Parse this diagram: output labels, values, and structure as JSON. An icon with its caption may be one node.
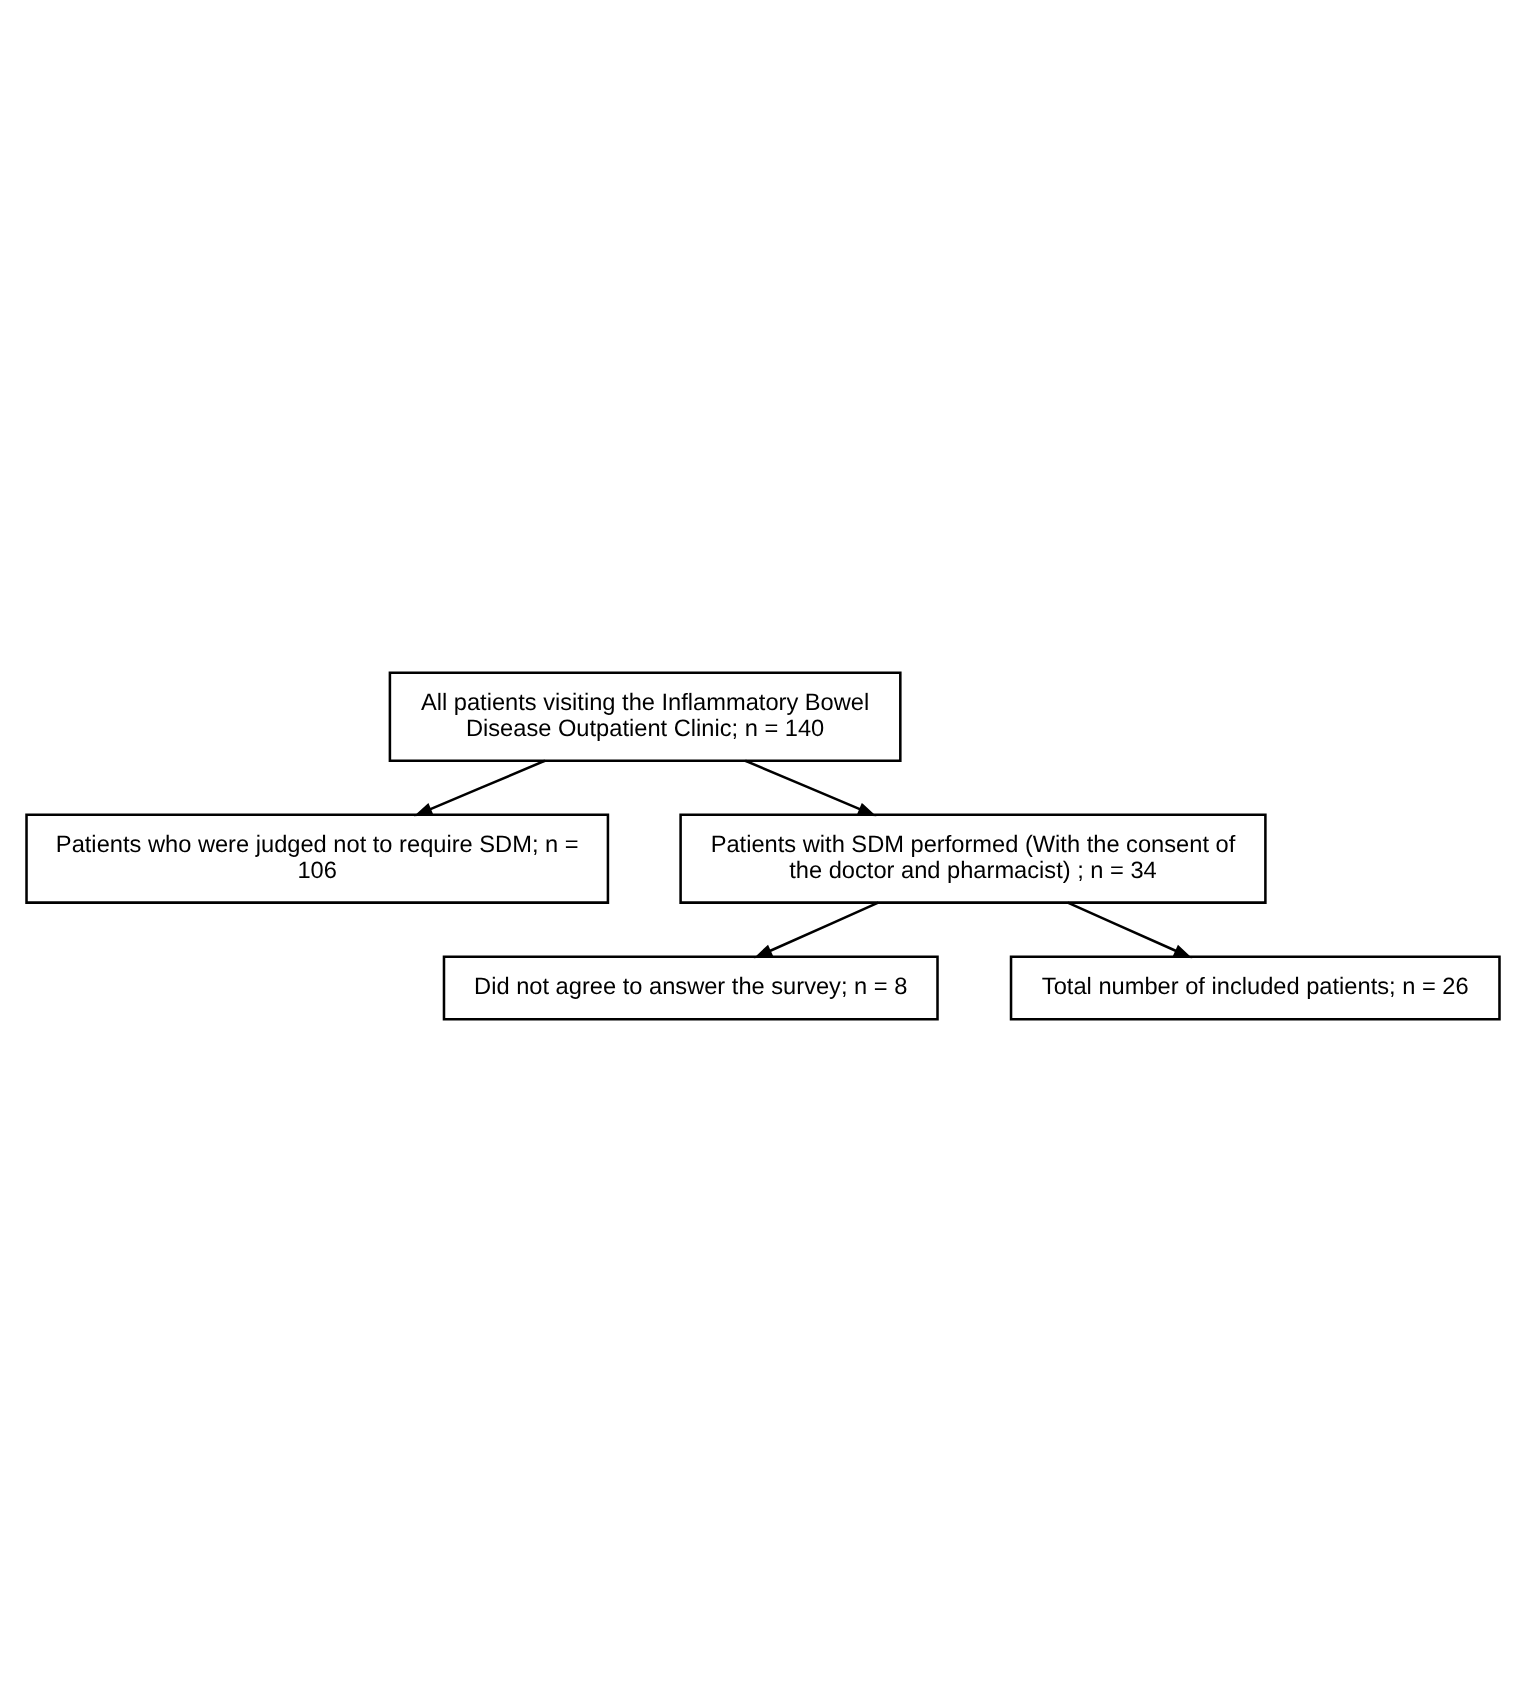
{
  "diagram": {
    "nodes": [
      {
        "text": [
          "All patients visiting the Inflammatory Bowel Disease Outpatient Clinic; n = 140"
        ]
      },
      {
        "text": [
          "Patients who were judged not to require SDM; n = 106"
        ]
      },
      {
        "text": [
          "Patients with SDM performed (With the consent of the doctor and pharmacist) ; n = 34"
        ]
      },
      {
        "text": [
          "Did not agree to answer the survey; n = 8"
        ]
      },
      {
        "text": [
          "Total number of included patients; n = 26"
        ]
      }
    ],
    "edges": [
      {
        "from": 0,
        "to": 1,
        "arrow": "to"
      },
      {
        "from": 0,
        "to": 2,
        "arrow": "to"
      },
      {
        "from": 2,
        "to": 3,
        "arrow": "to"
      },
      {
        "from": 2,
        "to": 4,
        "arrow": "to"
      }
    ]
  }
}
